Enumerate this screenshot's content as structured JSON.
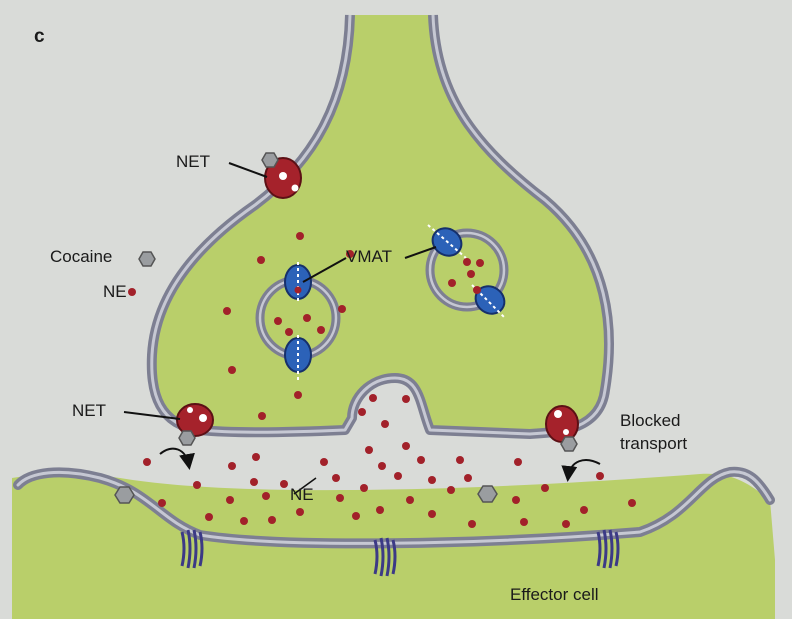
{
  "figure": {
    "panel_letter": "c",
    "labels": {
      "net_top": "NET",
      "net_left": "NET",
      "vmat": "VMAT",
      "cocaine_legend": "Cocaine",
      "ne_legend": "NE",
      "ne_cleft": "NE",
      "blocked_line1": "Blocked",
      "blocked_line2": "transport",
      "effector_cell": "Effector cell"
    },
    "colors": {
      "cytoplasm": "#b9cf6a",
      "membrane": "#7d7f92",
      "ne_dot": "#a2212a",
      "net_transporter": "#a5222b",
      "vmat_transporter": "#2c62b8",
      "cocaine": "#9a9da0",
      "receptor": "#3c3a86"
    }
  }
}
